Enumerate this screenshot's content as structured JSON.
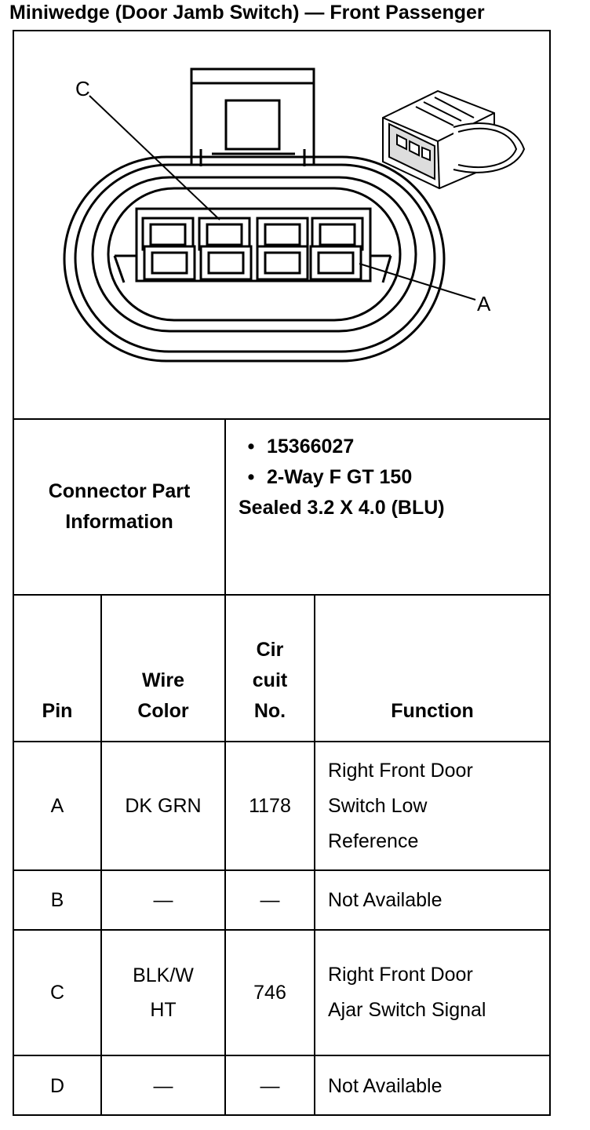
{
  "title": "Miniwedge (Door Jamb Switch) — Front Passenger",
  "diagram": {
    "label_c": "C",
    "label_a": "A"
  },
  "part_info": {
    "label_line1": "Connector Part",
    "label_line2": "Information",
    "bullet": "•",
    "part_number": "15366027",
    "description_line1": "2-Way F GT 150",
    "description_line2": "Sealed 3.2 X 4.0 (BLU)"
  },
  "table": {
    "headers": {
      "pin": "Pin",
      "wire_line1": "Wire",
      "wire_line2": "Color",
      "circuit_line1": "Cir",
      "circuit_line2": "cuit",
      "circuit_line3": "No.",
      "function": "Function"
    },
    "rows": [
      {
        "pin": "A",
        "wire": [
          "DK GRN"
        ],
        "circuit": "1178",
        "function": [
          "Right Front Door",
          "Switch Low",
          "Reference"
        ]
      },
      {
        "pin": "B",
        "wire": [
          "—"
        ],
        "circuit": "—",
        "function": [
          "Not Available"
        ]
      },
      {
        "pin": "C",
        "wire": [
          "BLK/W",
          "HT"
        ],
        "circuit": "746",
        "function": [
          "Right Front Door",
          "Ajar Switch Signal"
        ]
      },
      {
        "pin": "D",
        "wire": [
          "—"
        ],
        "circuit": "—",
        "function": [
          "Not Available"
        ]
      }
    ]
  }
}
